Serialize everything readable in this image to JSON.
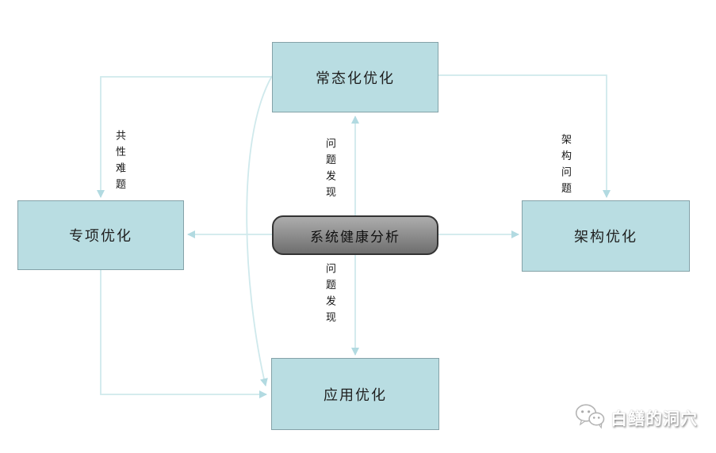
{
  "diagram": {
    "nodes": {
      "top": {
        "label": "常态化优化"
      },
      "left": {
        "label": "专项优化"
      },
      "right": {
        "label": "架构优化"
      },
      "bottom": {
        "label": "应用优化"
      },
      "center": {
        "label": "系统健康分析"
      }
    },
    "edges": [
      {
        "from": "系统健康分析",
        "to": "常态化优化",
        "label": "问题发现"
      },
      {
        "from": "系统健康分析",
        "to": "应用优化",
        "label": "问题发现"
      },
      {
        "from": "系统健康分析",
        "to": "专项优化",
        "label": ""
      },
      {
        "from": "系统健康分析",
        "to": "架构优化",
        "label": ""
      },
      {
        "from": "常态化优化",
        "to": "专项优化",
        "label": "共性难题"
      },
      {
        "from": "常态化优化",
        "to": "架构优化",
        "label": "架构问题"
      },
      {
        "from": "专项优化",
        "to": "应用优化",
        "label": ""
      },
      {
        "from": "常态化优化",
        "to": "应用优化",
        "label": ""
      }
    ]
  },
  "watermark": {
    "icon": "wechat-icon",
    "text": "白鳝的洞穴"
  },
  "colors": {
    "bg": "#ffffff",
    "node_fill": "#b9dde2",
    "node_border": "#84a2a8",
    "node_text": "#1f1f1f",
    "center_top": "#adadad",
    "center_bottom": "#6e6e6e",
    "center_border": "#333333",
    "center_text": "#111111",
    "connector": "#cfe9ec",
    "arrowhead": "#b2dae1",
    "edge_label": "#161616",
    "watermark_text": "#ffffff"
  }
}
